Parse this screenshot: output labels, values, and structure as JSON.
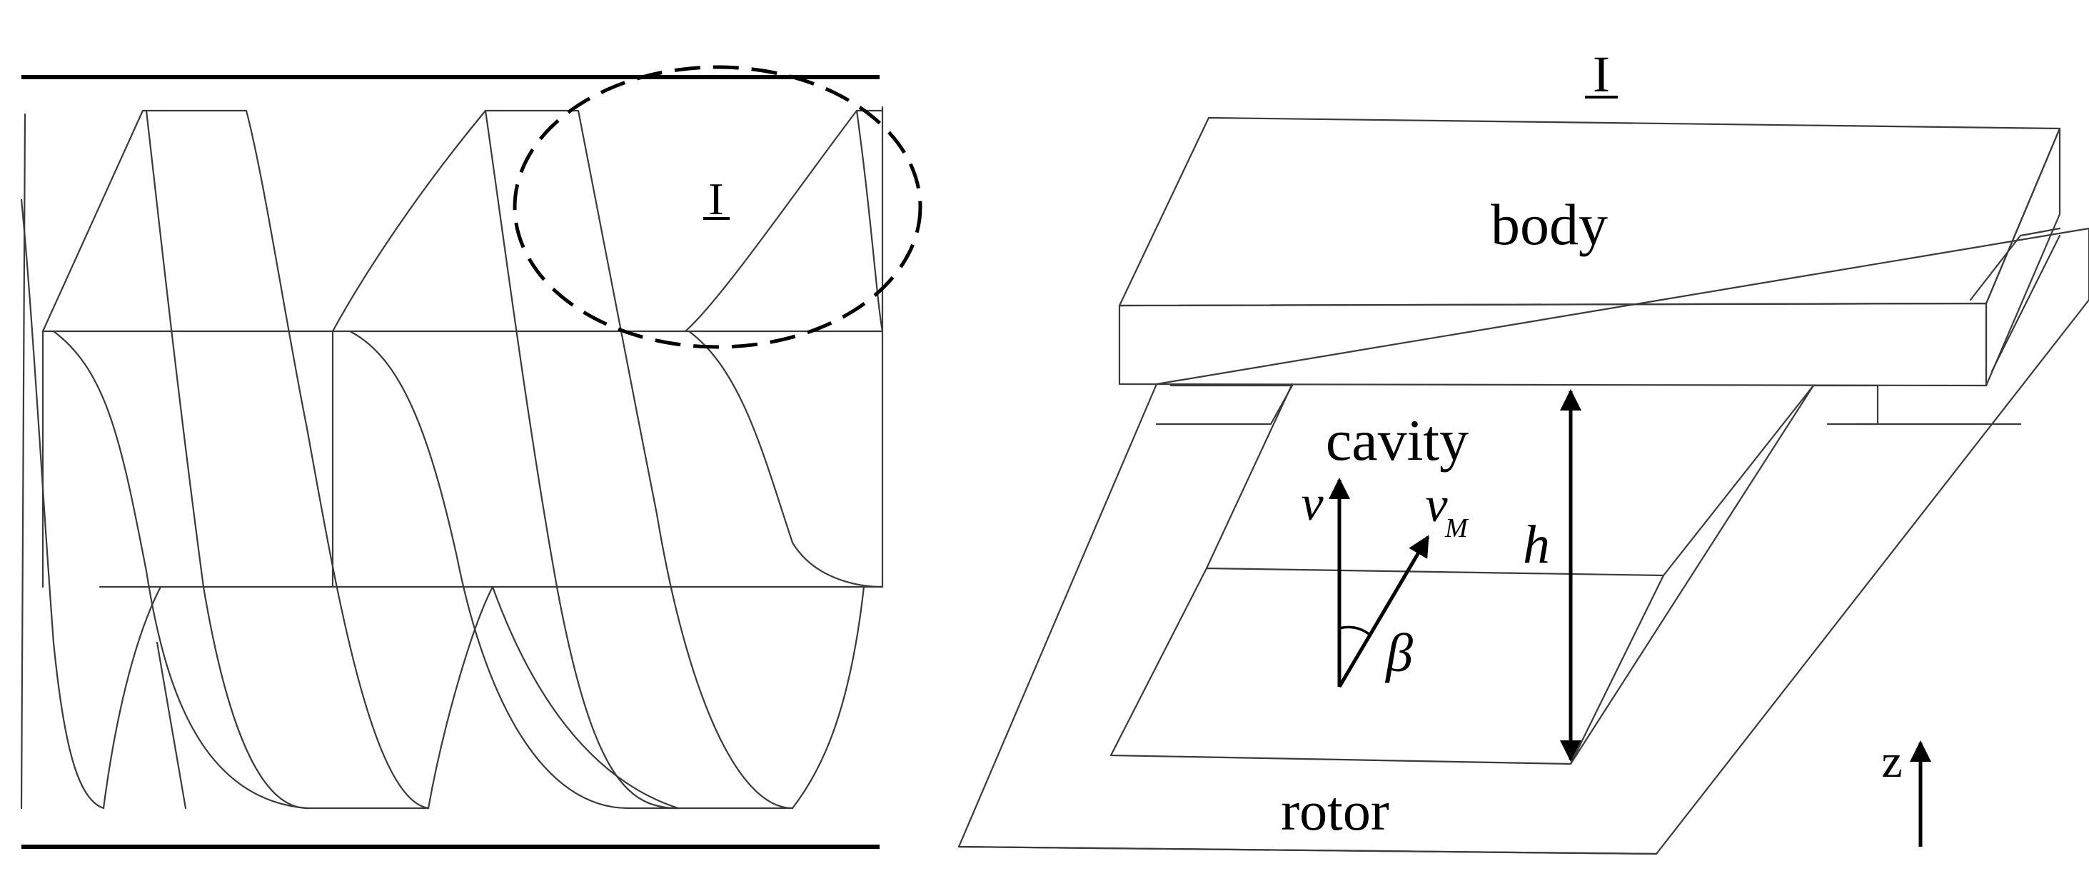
{
  "left_panel": {
    "detail_label": "I"
  },
  "right_panel": {
    "title": "I",
    "body_label": "body",
    "cavity_label": "cavity",
    "rotor_label": "rotor",
    "velocity_label": "v",
    "velocity_m_label": "v",
    "velocity_m_subscript": "M",
    "angle_label": "β",
    "height_label": "h",
    "axis_label": "z"
  }
}
